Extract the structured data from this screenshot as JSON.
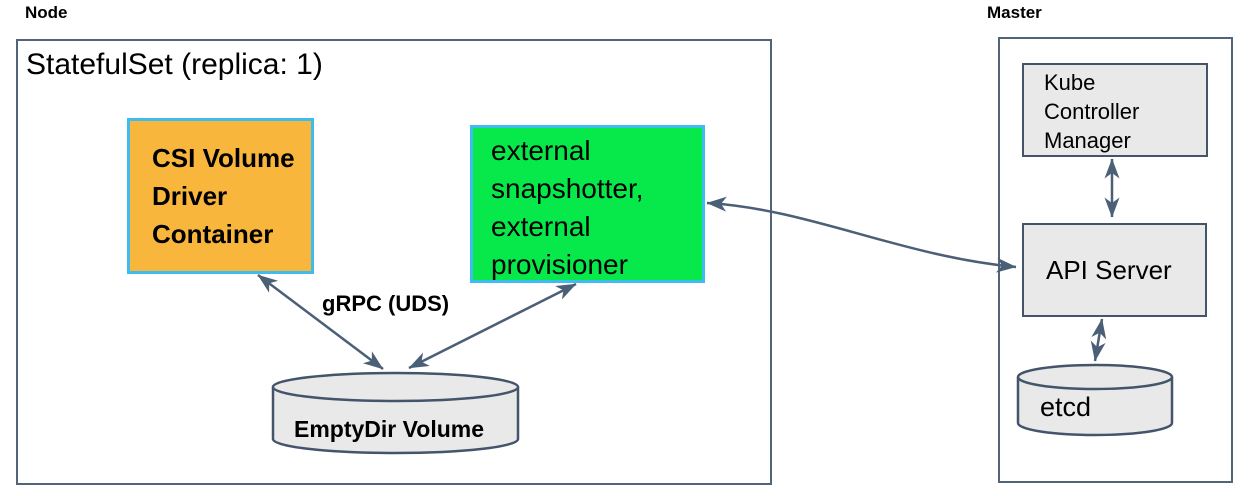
{
  "node": {
    "label": "Node",
    "statefulset_title": "StatefulSet (replica: 1)",
    "csi_box": {
      "lines": [
        "CSI Volume",
        "Driver",
        "Container"
      ],
      "fill": "#F8B63D",
      "border": "#3EBCF0"
    },
    "sidecar_box": {
      "lines": [
        "external",
        "snapshotter,",
        "external",
        "provisioner"
      ],
      "fill": "#07E94A",
      "border": "#3EBCF0"
    },
    "grpc_label": "gRPC (UDS)",
    "emptydir_label": "EmptyDir Volume"
  },
  "master": {
    "label": "Master",
    "kcm_box": {
      "lines": [
        "Kube",
        "Controller",
        "Manager"
      ]
    },
    "api_server_label": "API Server",
    "etcd_label": "etcd"
  },
  "colors": {
    "arrow": "#4B5F77",
    "box_border": "#44546A",
    "outer_border": "#52647A",
    "gray_fill": "#E9E9E9",
    "csi_fill": "#F8B63D",
    "sidecar_fill": "#07E94A",
    "pod_border": "#3EBCF0",
    "text": "#000000"
  }
}
